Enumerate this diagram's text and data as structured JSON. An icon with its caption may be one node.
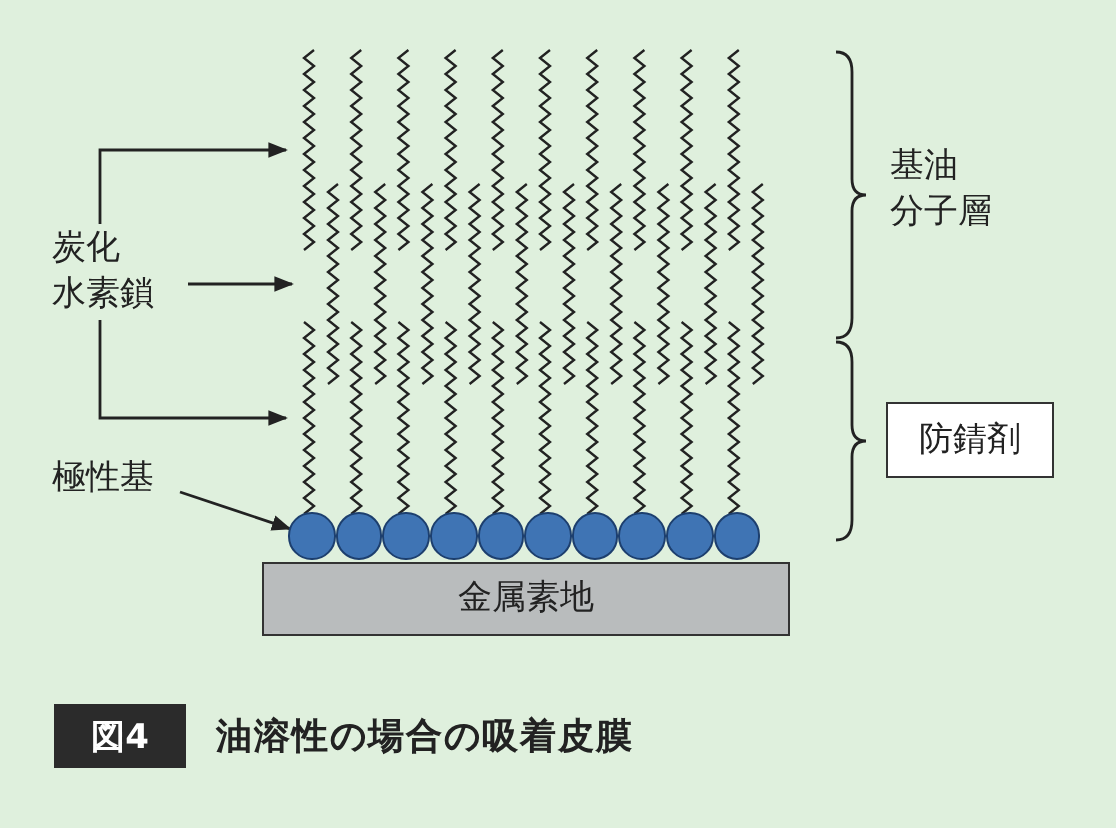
{
  "diagram": {
    "caption": "油溶性の場合の吸着皮膜",
    "nodes": [
      {
        "text": [
          "炭化水素鎖"
        ]
      },
      {
        "text": [
          "極性基"
        ]
      },
      {
        "text": [
          "防錆剤"
        ]
      },
      {
        "text": [
          "金属素地"
        ]
      },
      {
        "text": [],
        "shape": "circle"
      },
      {
        "text": [],
        "shape": "circle"
      },
      {
        "text": [],
        "shape": "circle"
      },
      {
        "text": [],
        "shape": "circle"
      },
      {
        "text": [],
        "shape": "circle"
      },
      {
        "text": [],
        "shape": "circle"
      },
      {
        "text": [],
        "shape": "circle"
      },
      {
        "text": [],
        "shape": "circle"
      },
      {
        "text": [],
        "shape": "circle"
      },
      {
        "text": [],
        "shape": "circle"
      }
    ],
    "edges": [
      {
        "from": 0,
        "to": null,
        "arrow": "to"
      },
      {
        "from": 0,
        "to": null,
        "arrow": "to"
      },
      {
        "from": 0,
        "to": null,
        "arrow": "to"
      },
      {
        "from": 1,
        "to": 4,
        "arrow": "to"
      }
    ],
    "labels": [
      "基油分子層",
      "図4"
    ]
  }
}
